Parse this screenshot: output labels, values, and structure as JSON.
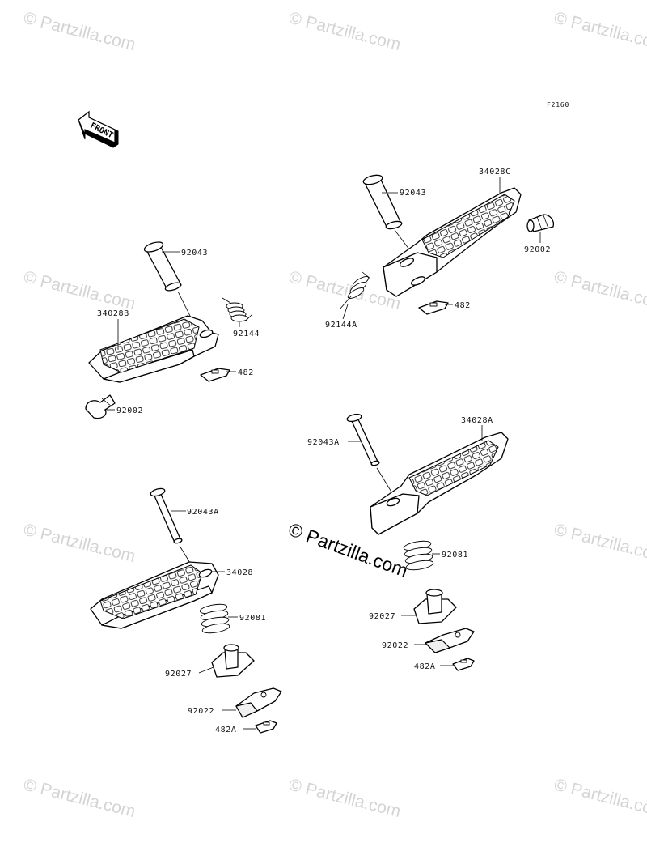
{
  "diagram": {
    "figure_ref": "F2160",
    "front_label": "FRONT",
    "watermark": "© Partzilla.com",
    "center_watermark": "© Partzilla.com",
    "labels": {
      "lbl_92043_fl": "92043",
      "lbl_34028B": "34028B",
      "lbl_92144": "92144",
      "lbl_482_fl": "482",
      "lbl_92002_fl": "92002",
      "lbl_92043_fr": "92043",
      "lbl_34028C": "34028C",
      "lbl_92002_fr": "92002",
      "lbl_92144A": "92144A",
      "lbl_482_fr": "482",
      "lbl_92043A_rl": "92043A",
      "lbl_34028": "34028",
      "lbl_92081_rl": "92081",
      "lbl_92027_rl": "92027",
      "lbl_92022_rl": "92022",
      "lbl_482A_rl": "482A",
      "lbl_92043A_rr": "92043A",
      "lbl_34028A": "34028A",
      "lbl_92081_rr": "92081",
      "lbl_92027_rr": "92027",
      "lbl_92022_rr": "92022",
      "lbl_482A_rr": "482A"
    }
  }
}
